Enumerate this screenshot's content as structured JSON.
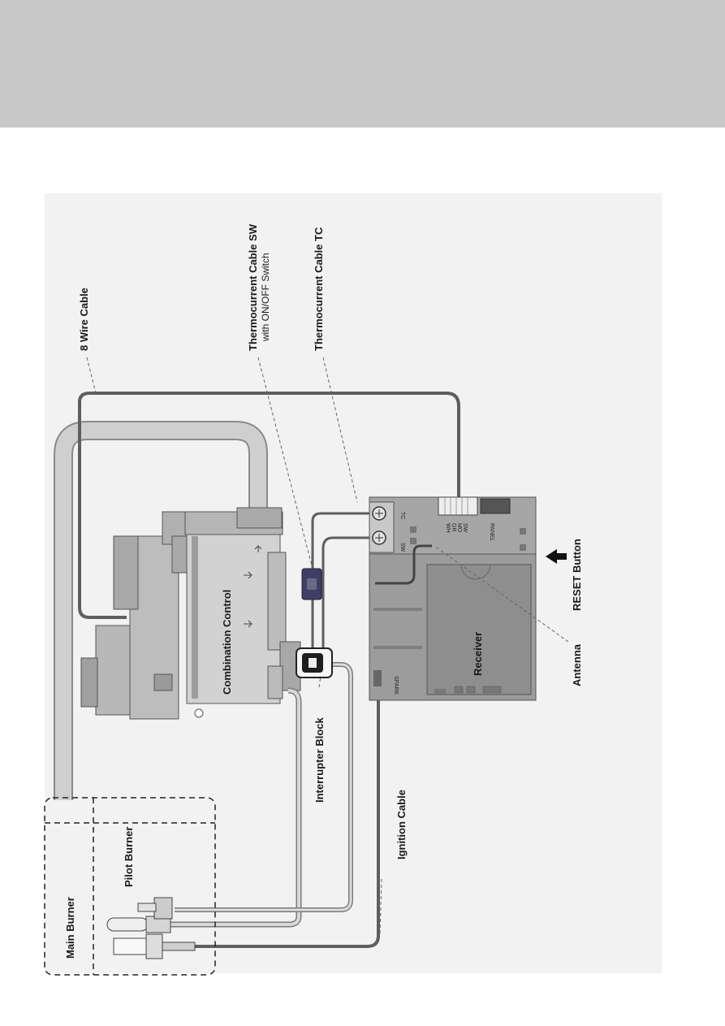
{
  "labels": {
    "main_burner": "Main Burner",
    "pilot_burner": "Pilot Burner",
    "eight_wire_cable": "8 Wire Cable",
    "thermocurrent_sw": "Thermocurrent Cable SW",
    "with_switch": "with ON/OFF Switch",
    "thermocurrent_tc": "Thermocurrent Cable TC",
    "combination_control": "Combination Control",
    "interrupter_block": "Interrupter Block",
    "ignition_cable": "Ignition Cable",
    "receiver": "Receiver",
    "antenna": "Antenna",
    "reset_button": "RESET Button",
    "terminal_sw": "SW",
    "terminal_tc": "TC",
    "spark": "SPARK",
    "panel": "PANEL",
    "pins": [
      "WH",
      "GR",
      "MO",
      "SW"
    ]
  },
  "colors": {
    "header": "#c8c8c8",
    "background": "#f2f2f2",
    "receiver_body": "#9c9c9c",
    "cable_dark": "#5e5e5e",
    "pipe": "#c4c4c4"
  }
}
